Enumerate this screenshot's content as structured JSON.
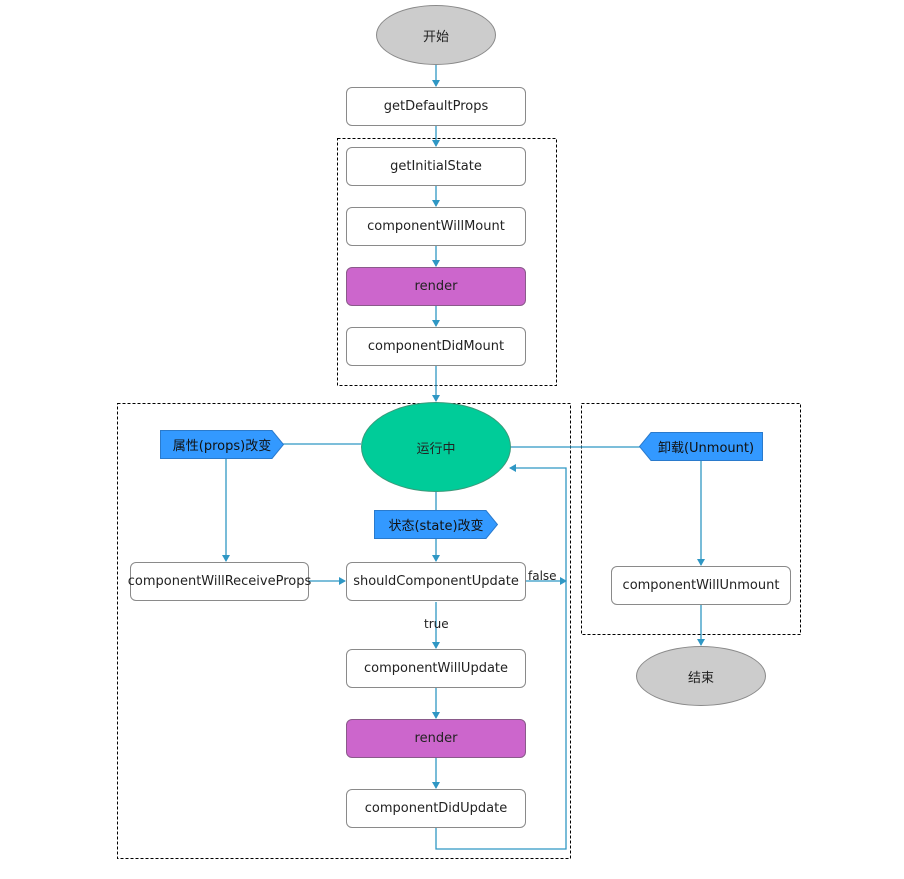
{
  "nodes": {
    "start": "开始",
    "get_default_props": "getDefaultProps",
    "get_initial_state": "getInitialState",
    "component_will_mount": "componentWillMount",
    "render_mount": "render",
    "component_did_mount": "componentDidMount",
    "running": "运行中",
    "props_change": "属性(props)改变",
    "state_change": "状态(state)改变",
    "unmount": "卸载(Unmount)",
    "component_will_receive_props": "componentWillReceiveProps",
    "should_component_update": "shouldComponentUpdate",
    "component_will_update": "componentWillUpdate",
    "render_update": "render",
    "component_did_update": "componentDidUpdate",
    "component_will_unmount": "componentWillUnmount",
    "end": "结束"
  },
  "edge_labels": {
    "true_label": "true",
    "false_label": "false"
  },
  "colors": {
    "arrow": "#2f97c4",
    "render_fill": "#cc66cc",
    "running_fill": "#00cc99",
    "terminal_fill": "#cccccc",
    "tag_fill": "#3399ff"
  }
}
